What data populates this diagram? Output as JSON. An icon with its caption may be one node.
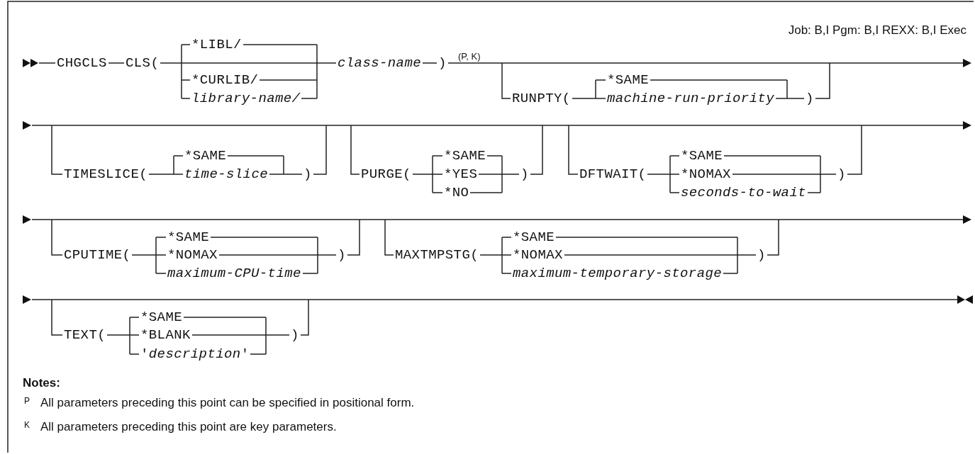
{
  "diagram": {
    "labels": [
      "Job: B,I Pgm: B,I REXX: B,I Exec",
      "CHGCLS",
      "CLS(",
      "*LIBL/",
      "*CURLIB/",
      "library-name/",
      "class-name",
      ")",
      "(P, K)",
      "RUNPTY(",
      "*SAME",
      "machine-run-priority",
      ")",
      "TIMESLICE(",
      "*SAME",
      "time-slice",
      ")",
      "PURGE(",
      "*SAME",
      "*YES",
      "*NO",
      ")",
      "DFTWAIT(",
      "*SAME",
      "*NOMAX",
      "seconds-to-wait",
      ")",
      "CPUTIME(",
      "*SAME",
      "*NOMAX",
      "maximum-CPU-time",
      ")",
      "MAXTMPSTG(",
      "*SAME",
      "*NOMAX",
      "maximum-temporary-storage",
      ")",
      "TEXT(",
      "*SAME",
      "*BLANK",
      "'*description*'",
      ")",
      "Notes:",
      "P",
      "All parameters preceding this point can be specified in positional form.",
      "K",
      "All parameters preceding this point are key parameters."
    ]
  }
}
